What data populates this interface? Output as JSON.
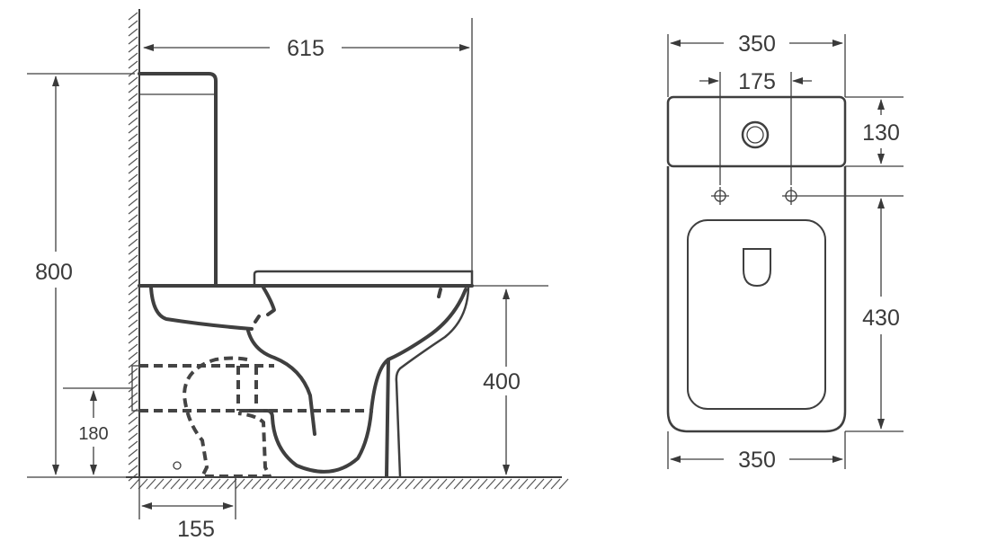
{
  "side_view": {
    "width_label": "615",
    "height_label": "800",
    "seat_height_label": "400",
    "outlet_height_label": "180",
    "outlet_distance_label": "155"
  },
  "front_view": {
    "top_width_label": "350",
    "hole_spacing_label": "175",
    "tank_depth_label": "130",
    "bowl_length_label": "430",
    "bottom_width_label": "350"
  }
}
